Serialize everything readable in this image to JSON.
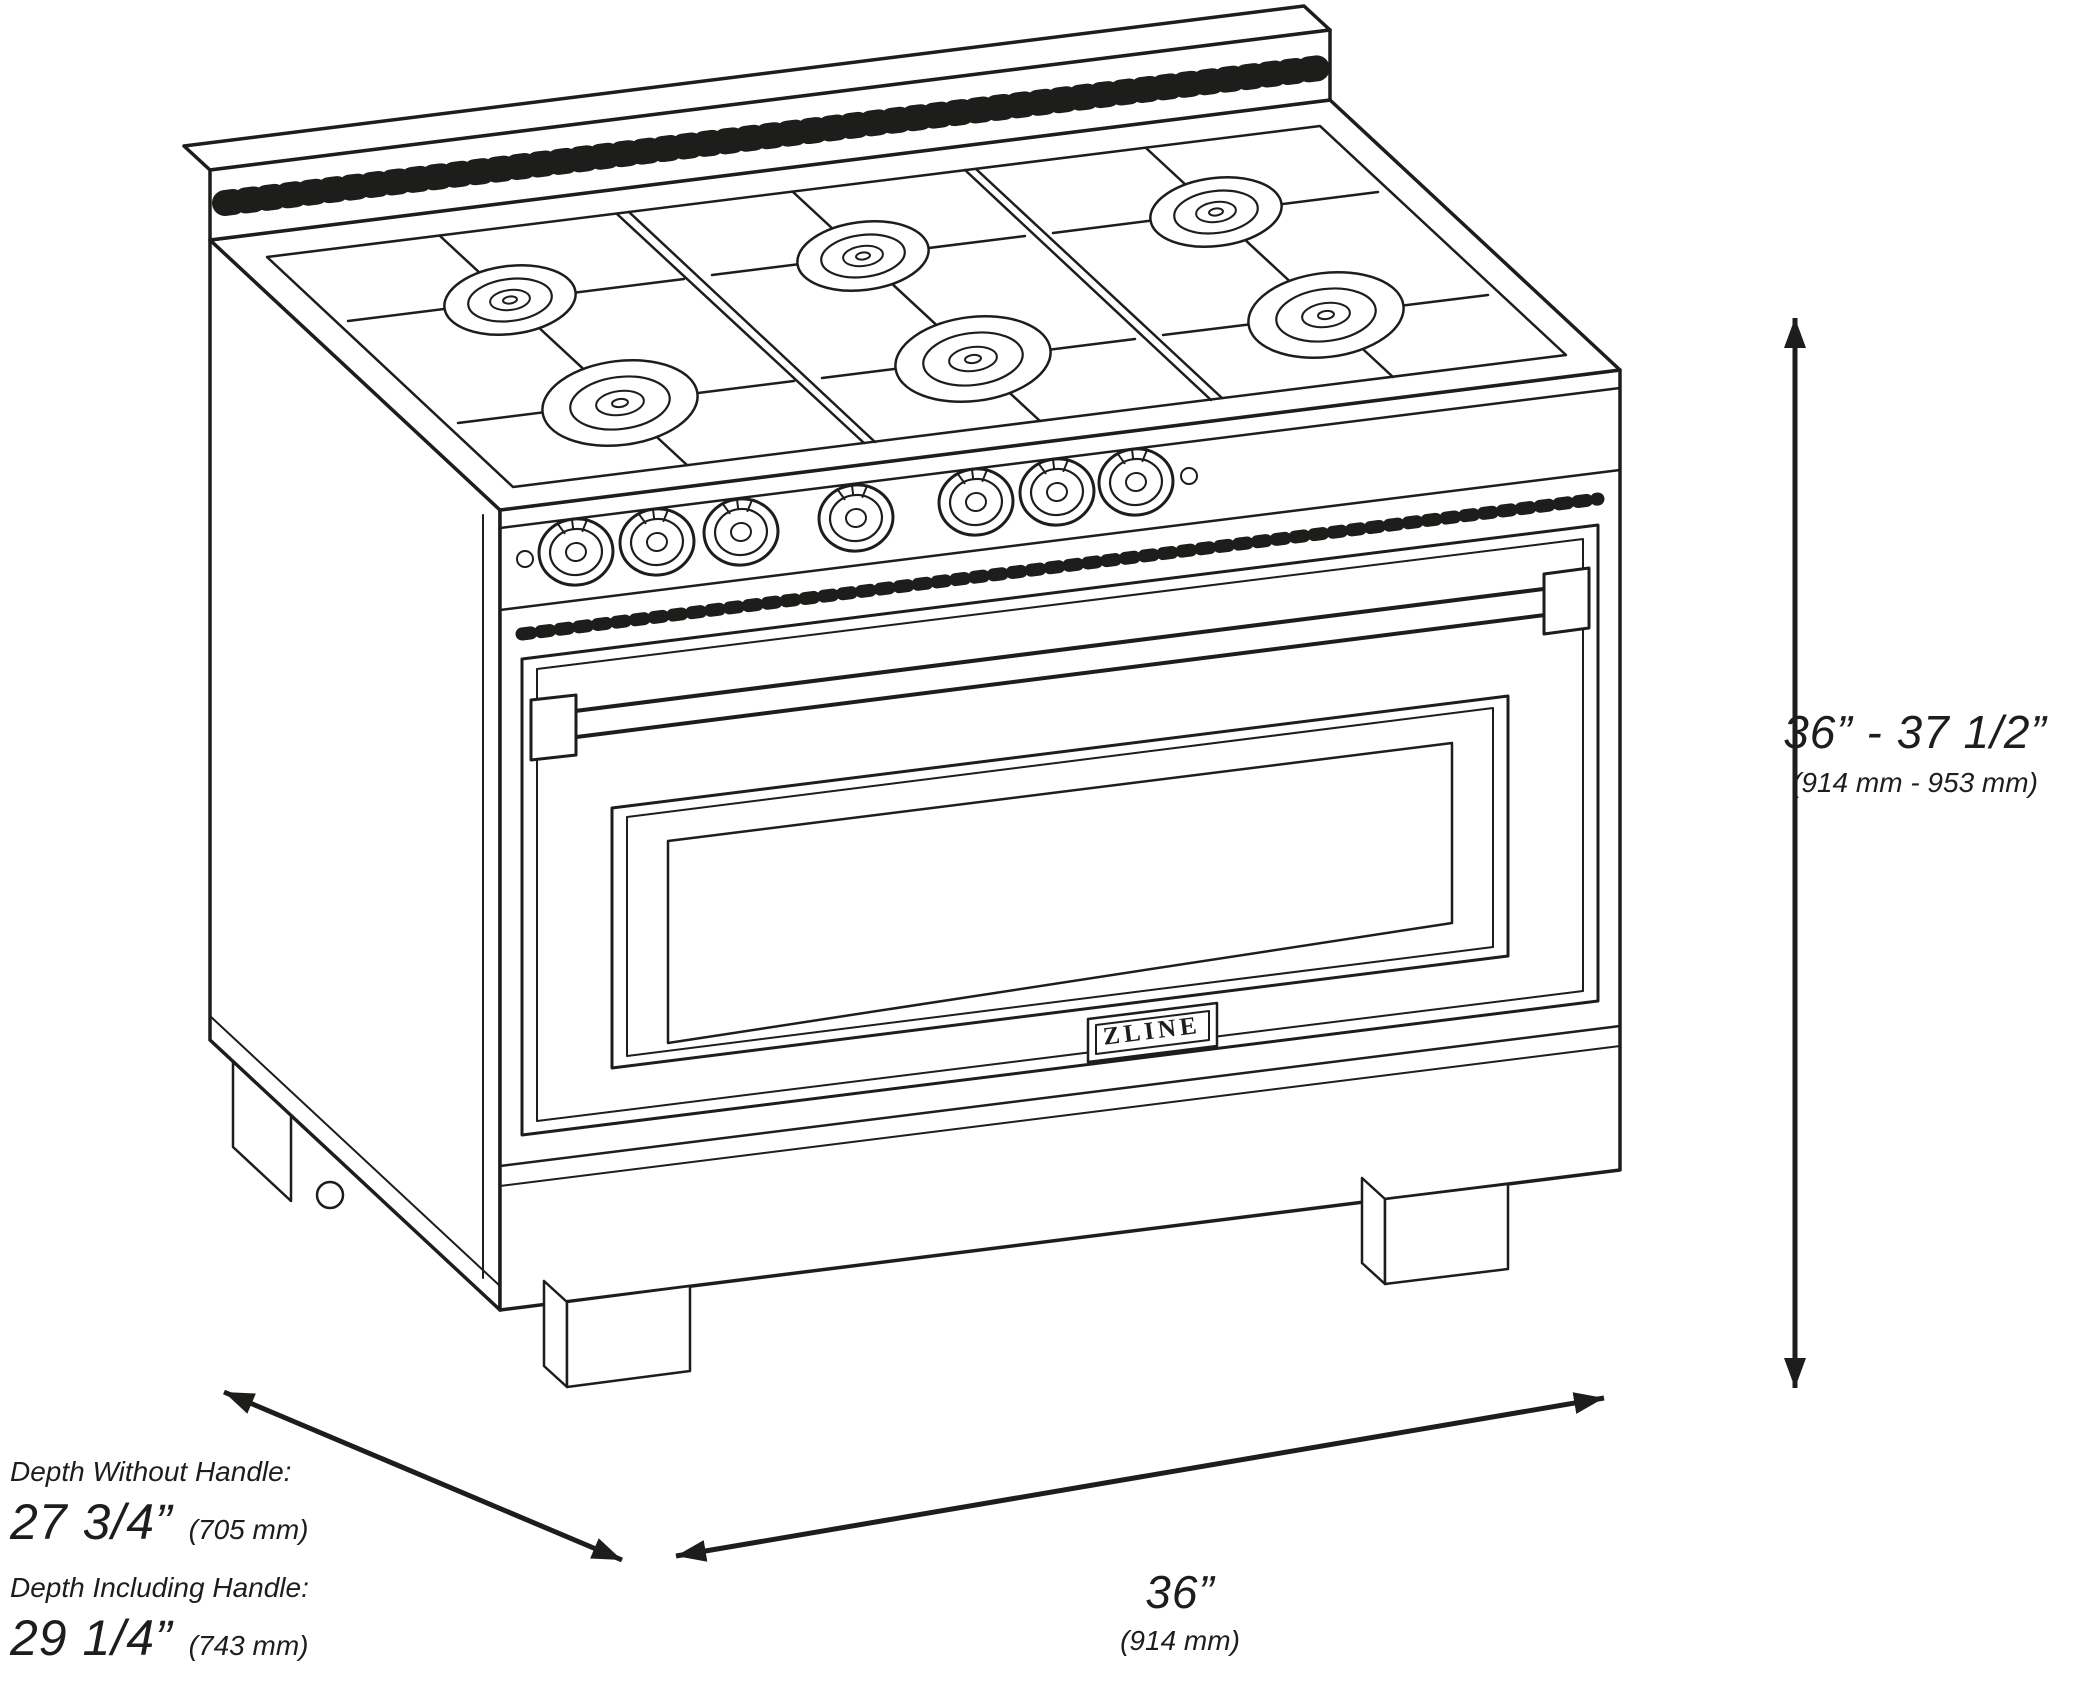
{
  "drawing": {
    "badge_label": "ZLINE",
    "stroke_color": "#1d1d1b",
    "subject": "36 inch gas range, isometric technical line drawing, 6 burners, 7 control knobs, oven door with window"
  },
  "annotations": {
    "height": {
      "value": "36” - 37 1/2”",
      "metric": "(914 mm - 953 mm)"
    },
    "width": {
      "value": "36”",
      "metric": "(914 mm)"
    },
    "depth": [
      {
        "label": "Depth Without Handle:",
        "value": "27 3/4”",
        "metric": "(705 mm)"
      },
      {
        "label": "Depth Including Handle:",
        "value": "29 1/4”",
        "metric": "(743 mm)"
      }
    ]
  }
}
